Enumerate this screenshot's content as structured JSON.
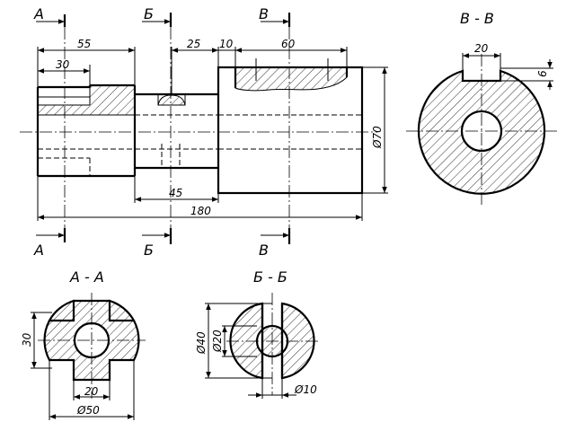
{
  "section_marks": {
    "a": "А",
    "b": "Б",
    "v": "В"
  },
  "view_titles": {
    "vv": "В - В",
    "aa": "А - А",
    "bb": "Б - Б"
  },
  "dimensions": {
    "main_55": "55",
    "main_30": "30",
    "main_25": "25",
    "main_10": "10",
    "main_60": "60",
    "main_45": "45",
    "main_180": "180",
    "main_d70": "Ø70",
    "vv_20": "20",
    "vv_6": "6",
    "aa_30": "30",
    "aa_20": "20",
    "aa_d50": "Ø50",
    "bb_d40": "Ø40",
    "bb_d20": "Ø20",
    "bb_d10": "Ø10"
  }
}
